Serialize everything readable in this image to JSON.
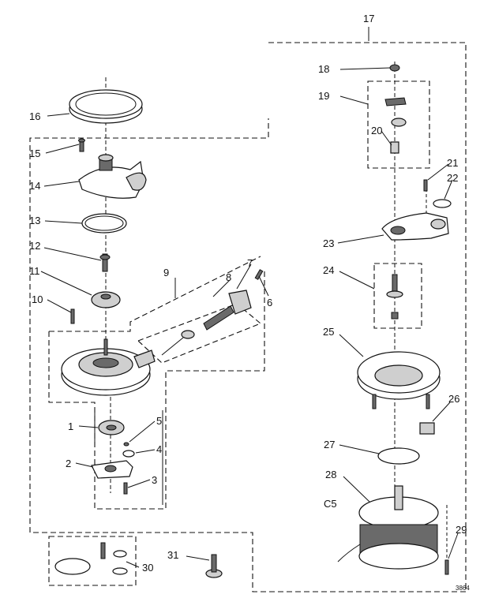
{
  "callouts": [
    {
      "key": "c1",
      "text": "1"
    },
    {
      "key": "c2",
      "text": "2"
    },
    {
      "key": "c3",
      "text": "3"
    },
    {
      "key": "c4",
      "text": "4"
    },
    {
      "key": "c5",
      "text": "5"
    },
    {
      "key": "c6",
      "text": "6"
    },
    {
      "key": "c7",
      "text": "7"
    },
    {
      "key": "c8",
      "text": "8"
    },
    {
      "key": "c9",
      "text": "9"
    },
    {
      "key": "c10",
      "text": "10"
    },
    {
      "key": "c11",
      "text": "11"
    },
    {
      "key": "c12",
      "text": "12"
    },
    {
      "key": "c13",
      "text": "13"
    },
    {
      "key": "c14",
      "text": "14"
    },
    {
      "key": "c15",
      "text": "15"
    },
    {
      "key": "c16",
      "text": "16"
    },
    {
      "key": "c17",
      "text": "17"
    },
    {
      "key": "c18",
      "text": "18"
    },
    {
      "key": "c19",
      "text": "19"
    },
    {
      "key": "c20",
      "text": "20"
    },
    {
      "key": "c21",
      "text": "21"
    },
    {
      "key": "c22",
      "text": "22"
    },
    {
      "key": "c23",
      "text": "23"
    },
    {
      "key": "c24",
      "text": "24"
    },
    {
      "key": "c25",
      "text": "25"
    },
    {
      "key": "c26",
      "text": "26"
    },
    {
      "key": "c27",
      "text": "27"
    },
    {
      "key": "c28",
      "text": "28"
    },
    {
      "key": "c29",
      "text": "29"
    },
    {
      "key": "c30",
      "text": "30"
    },
    {
      "key": "c31",
      "text": "31"
    }
  ],
  "marks": {
    "code": "C5",
    "diagram_id": "3864"
  }
}
